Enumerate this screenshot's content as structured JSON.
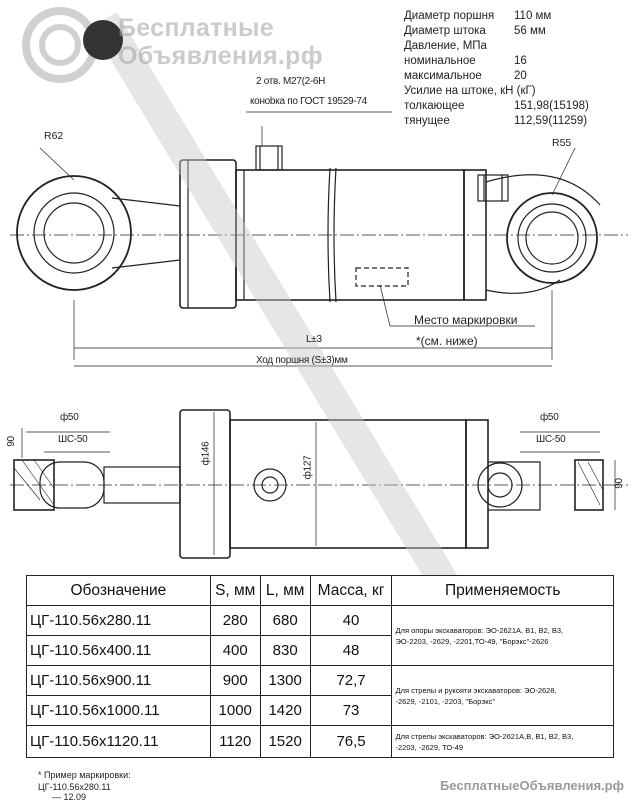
{
  "watermark": {
    "line1": "Бесплатные",
    "line2": "Объявления.рф",
    "footer": "БесплатныеОбъявления.рф"
  },
  "specs": [
    {
      "label": "Диаметр поршня",
      "value": "110 мм"
    },
    {
      "label": "Диаметр штока",
      "value": "56 мм"
    },
    {
      "label": "Давление, МПа",
      "value": ""
    },
    {
      "label": "номинальное",
      "value": "16"
    },
    {
      "label": "максимальное",
      "value": "20"
    },
    {
      "label": "Усилие на штоке, кН (кГ)",
      "value": ""
    },
    {
      "label": "толкающее",
      "value": "151,98(15198)"
    },
    {
      "label": "тянущее",
      "value": "112,59(11259)"
    }
  ],
  "drawing": {
    "port_line1": "2 отв. М27(2-6Н",
    "port_line2": "коноbка по ГОСТ 19529-74",
    "r_left": "R62",
    "r_right": "R55",
    "marking_place": "Место маркировки",
    "marking_ref": "*(см. ниже)",
    "length": "L±3",
    "stroke": "Ход поршня (S±3)мм",
    "d50_left": "ф50",
    "d50_right": "ф50",
    "sh_left": "ШС-50",
    "sh_right": "ШС-50",
    "dim90_left": "90",
    "dim90_right": "90",
    "d146": "ф146",
    "d127": "ф127"
  },
  "table": {
    "headers": [
      "Обозначение",
      "S, мм",
      "L, мм",
      "Масса, кг",
      "Применяемость"
    ],
    "rows": [
      {
        "code": "ЦГ-110.56х280.11",
        "s": "280",
        "l": "680",
        "mass": "40"
      },
      {
        "code": "ЦГ-110.56х400.11",
        "s": "400",
        "l": "830",
        "mass": "48"
      },
      {
        "code": "ЦГ-110.56х900.11",
        "s": "900",
        "l": "1300",
        "mass": "72,7"
      },
      {
        "code": "ЦГ-110.56х1000.11",
        "s": "1000",
        "l": "1420",
        "mass": "73"
      },
      {
        "code": "ЦГ-110.56х1120.11",
        "s": "1120",
        "l": "1520",
        "mass": "76,5"
      }
    ],
    "applicability": [
      {
        "line1": "Для опоры экскаваторов: ЭО-2621А, В1, В2, В3,",
        "line2": "ЭО-2203, -2629, -2201,ТО-49, \"Борэкс\"-2626"
      },
      {
        "line1": "Для стрелы и рукояти экскаваторов: ЭО-2628,",
        "line2": "-2629, -2101, -2203, \"Борэкс\""
      },
      {
        "line1": "Для стрелы экскаваторов: ЭО-2621А,В, В1, В2, В3,",
        "line2": "-2203, -2629, ТО-49"
      }
    ]
  },
  "notes": {
    "example": "* Пример маркировки:",
    "code": "ЦГ-110.56х280.11",
    "date": "— 12.09"
  },
  "colors": {
    "ink": "#222222",
    "watermark": "#a0a0a0"
  }
}
